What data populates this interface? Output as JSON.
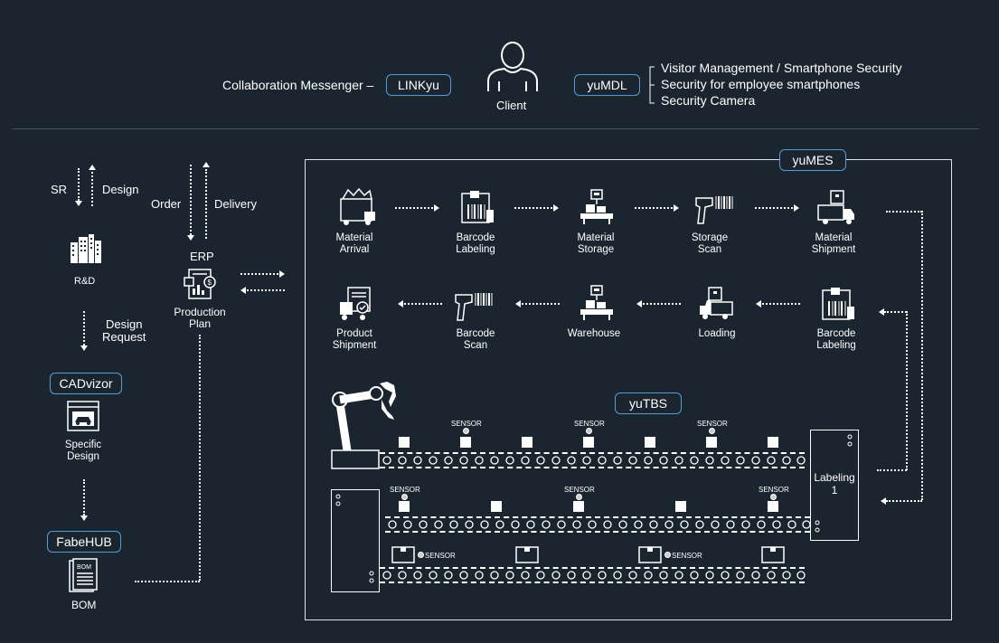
{
  "top": {
    "messenger_label": "Collaboration Messenger –",
    "linkyu": "LINKyu",
    "client": "Client",
    "yumdl": "yuMDL",
    "security_items": [
      "Visitor Management / Smartphone Security",
      "Security for employee smartphones",
      "Security Camera"
    ]
  },
  "left": {
    "sr": "SR",
    "design": "Design",
    "rd": "R&D",
    "design_request": [
      "Design",
      "Request"
    ],
    "cadvizor": "CADvizor",
    "specific_design": [
      "Specific",
      "Design"
    ],
    "fabehub": "FabeHUB",
    "bom": "BOM",
    "order": "Order",
    "delivery": "Delivery",
    "erp": "ERP",
    "production_plan": [
      "Production",
      "Plan"
    ]
  },
  "mes": {
    "title": "yuMES",
    "row1": [
      {
        "label": [
          "Material",
          "Arrival"
        ],
        "icon": "material-arrival-icon"
      },
      {
        "label": [
          "Barcode",
          "Labeling"
        ],
        "icon": "barcode-labeling-icon"
      },
      {
        "label": [
          "Material",
          "Storage"
        ],
        "icon": "material-storage-icon"
      },
      {
        "label": [
          "Storage",
          "Scan"
        ],
        "icon": "scanner-icon"
      },
      {
        "label": [
          "Material",
          "Shipment"
        ],
        "icon": "shipment-truck-icon"
      }
    ],
    "row2": [
      {
        "label": [
          "Product",
          "Shipment"
        ],
        "icon": "product-shipment-icon"
      },
      {
        "label": [
          "Barcode",
          "Scan"
        ],
        "icon": "scanner-icon"
      },
      {
        "label": [
          "Warehouse"
        ],
        "icon": "warehouse-icon"
      },
      {
        "label": [
          "Loading"
        ],
        "icon": "loading-truck-icon"
      },
      {
        "label": [
          "Barcode",
          "Labeling"
        ],
        "icon": "barcode-labeling-icon"
      }
    ]
  },
  "tbs": {
    "title": "yuTBS",
    "sensor": "SENSOR",
    "labeling": [
      "Labeling",
      "1"
    ]
  }
}
